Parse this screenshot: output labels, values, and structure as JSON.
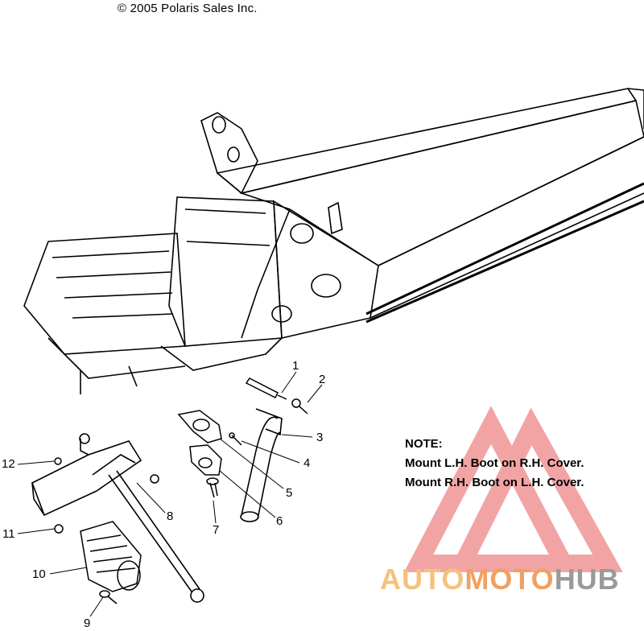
{
  "copyright": "© 2005 Polaris Sales Inc.",
  "note": {
    "title": "NOTE:",
    "line1": "Mount L.H. Boot on R.H. Cover.",
    "line2": "Mount R.H. Boot on L.H. Cover."
  },
  "callouts": [
    "1",
    "2",
    "3",
    "4",
    "5",
    "6",
    "7",
    "8",
    "9",
    "10",
    "11",
    "12"
  ],
  "watermark": {
    "part1": "AUTO",
    "part2": "MOTO",
    "part3": "HUB"
  },
  "colors": {
    "line": "#000000",
    "watermark_red": "#e85a5a",
    "watermark_orange": "#f4b060",
    "watermark_gray": "#9a9a9a"
  }
}
